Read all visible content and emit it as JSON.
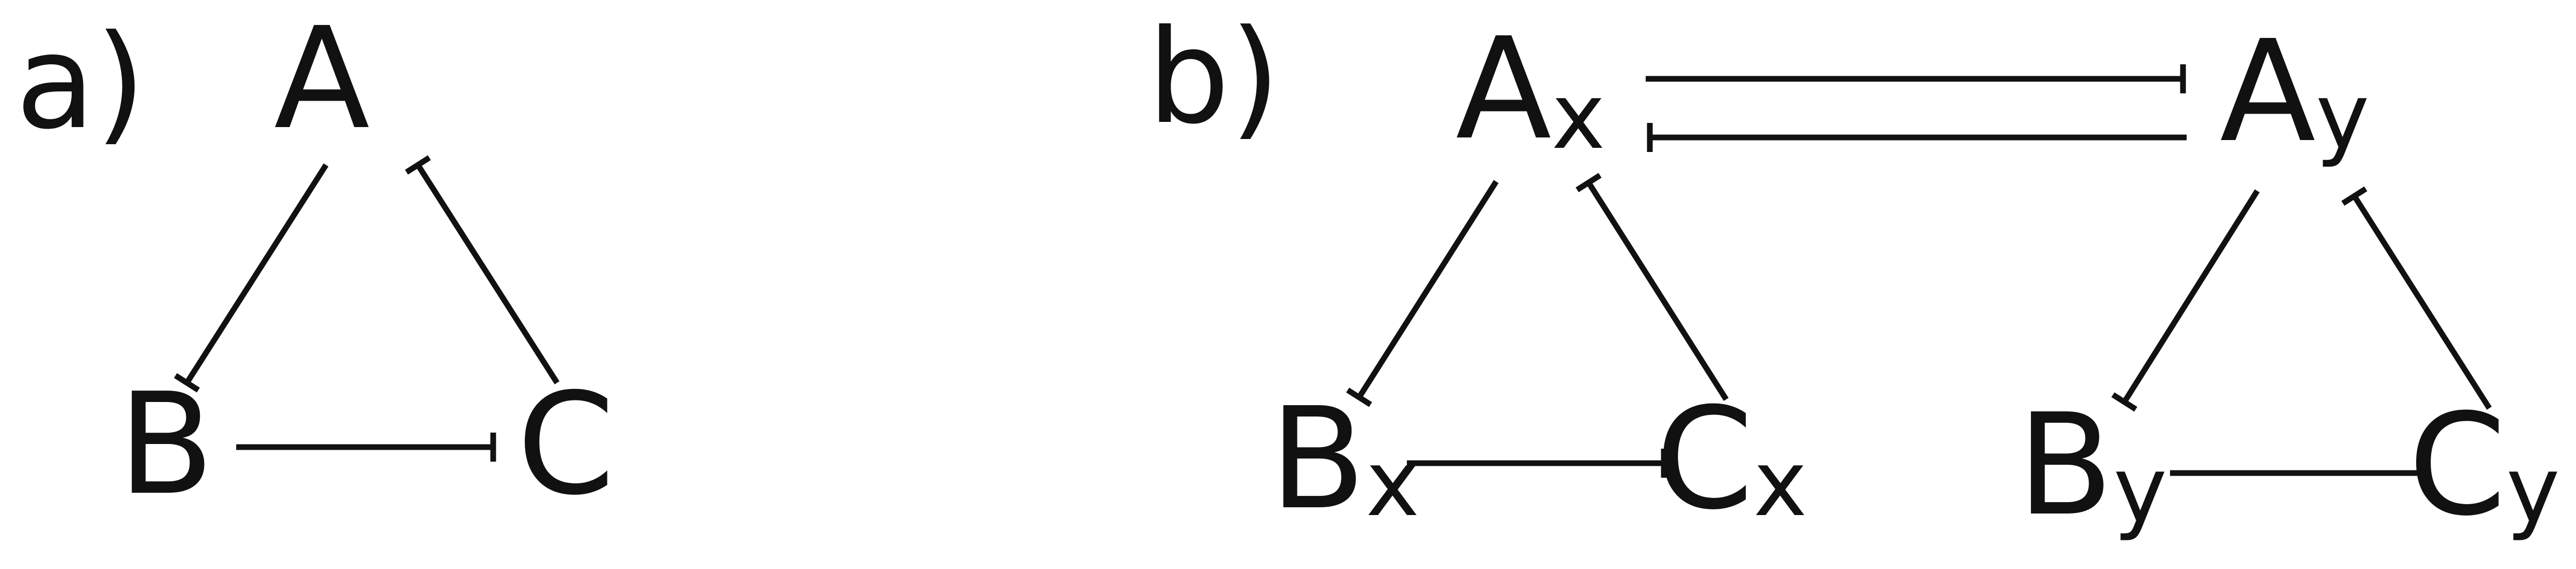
{
  "panels": [
    {
      "label": "a)",
      "nodes": {
        "A": {
          "main": "A",
          "sub": ""
        },
        "B": {
          "main": "B",
          "sub": ""
        },
        "C": {
          "main": "C",
          "sub": ""
        }
      },
      "edges": [
        {
          "from": "A",
          "to": "B",
          "type": "inhibition"
        },
        {
          "from": "B",
          "to": "C",
          "type": "inhibition"
        },
        {
          "from": "C",
          "to": "A",
          "type": "inhibition"
        }
      ]
    },
    {
      "label": "b)",
      "nodes": {
        "Ax": {
          "main": "A",
          "sub": "x"
        },
        "Bx": {
          "main": "B",
          "sub": "x"
        },
        "Cx": {
          "main": "C",
          "sub": "x"
        },
        "Ay": {
          "main": "A",
          "sub": "y"
        },
        "By": {
          "main": "B",
          "sub": "y"
        },
        "Cy": {
          "main": "C",
          "sub": "y"
        }
      },
      "edges": [
        {
          "from": "Ax",
          "to": "Bx",
          "type": "inhibition"
        },
        {
          "from": "Bx",
          "to": "Cx",
          "type": "inhibition"
        },
        {
          "from": "Cx",
          "to": "Ax",
          "type": "inhibition"
        },
        {
          "from": "Ay",
          "to": "By",
          "type": "inhibition"
        },
        {
          "from": "By",
          "to": "Cy",
          "type": "inhibition"
        },
        {
          "from": "Cy",
          "to": "Ay",
          "type": "inhibition"
        },
        {
          "from": "Ax",
          "to": "Ay",
          "type": "inhibition"
        },
        {
          "from": "Ay",
          "to": "Ax",
          "type": "inhibition"
        }
      ]
    }
  ]
}
